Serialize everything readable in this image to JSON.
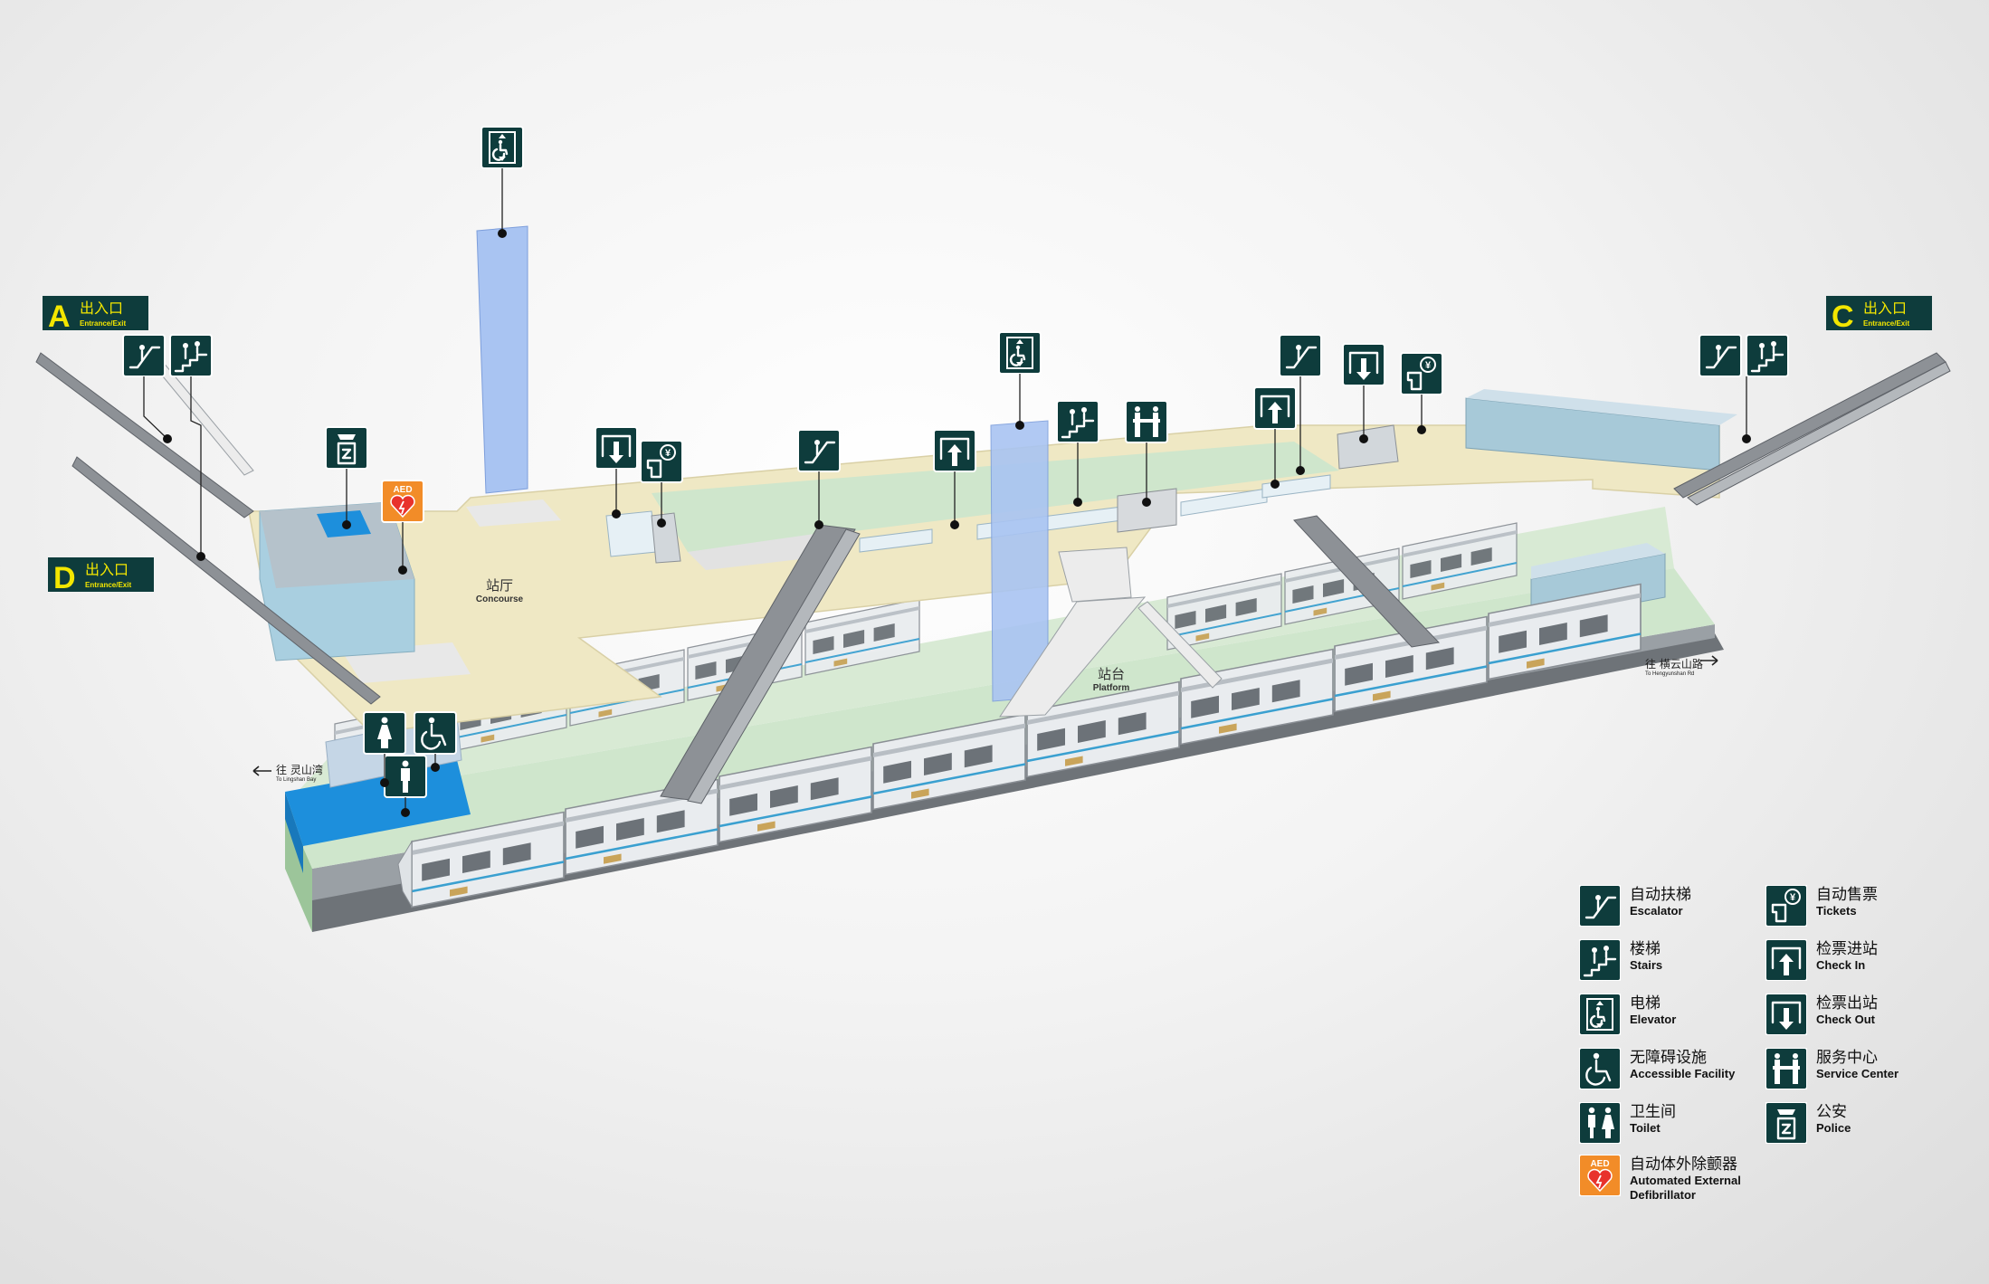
{
  "areas": {
    "concourse_cn": "站厅",
    "concourse_en": "Concourse",
    "platform_cn": "站台",
    "platform_en": "Platform"
  },
  "exits": [
    {
      "letter": "A",
      "cn": "出入口",
      "en": "Entrance/Exit"
    },
    {
      "letter": "C",
      "cn": "出入口",
      "en": "Entrance/Exit"
    },
    {
      "letter": "D",
      "cn": "出入口",
      "en": "Entrance/Exit"
    }
  ],
  "directions": {
    "west_cn": "往 灵山湾",
    "west_en": "To Lingshan Bay",
    "east_cn": "往 横云山路",
    "east_en": "To Hengyunshan Rd"
  },
  "aed_sign_label": "AED",
  "legend": [
    {
      "icon": "escalator-icon",
      "cn": "自动扶梯",
      "en": "Escalator"
    },
    {
      "icon": "ticket-machine-icon",
      "cn": "自动售票",
      "en": "Tickets"
    },
    {
      "icon": "stairs-icon",
      "cn": "楼梯",
      "en": "Stairs"
    },
    {
      "icon": "check-in-icon",
      "cn": "检票进站",
      "en": "Check In"
    },
    {
      "icon": "elevator-icon",
      "cn": "电梯",
      "en": "Elevator"
    },
    {
      "icon": "check-out-icon",
      "cn": "检票出站",
      "en": "Check Out"
    },
    {
      "icon": "accessible-icon",
      "cn": "无障碍设施",
      "en": "Accessible Facility"
    },
    {
      "icon": "service-center-icon",
      "cn": "服务中心",
      "en": "Service Center"
    },
    {
      "icon": "toilet-icon",
      "cn": "卫生间",
      "en": "Toilet"
    },
    {
      "icon": "police-icon",
      "cn": "公安",
      "en": "Police"
    },
    {
      "icon": "aed-icon",
      "cn": "自动体外除颤器",
      "en": "Automated External Defibrillator"
    }
  ],
  "colors": {
    "concourse_floor": "#efe8c4",
    "platform_floor": "#cfe6cc",
    "elevator_shaft": "#a9c4f2",
    "toilet_blue": "#1d8fdc",
    "sign_dark": "#0e3c3c",
    "aed_orange": "#f28c28",
    "exit_yellow": "#f3e600"
  }
}
